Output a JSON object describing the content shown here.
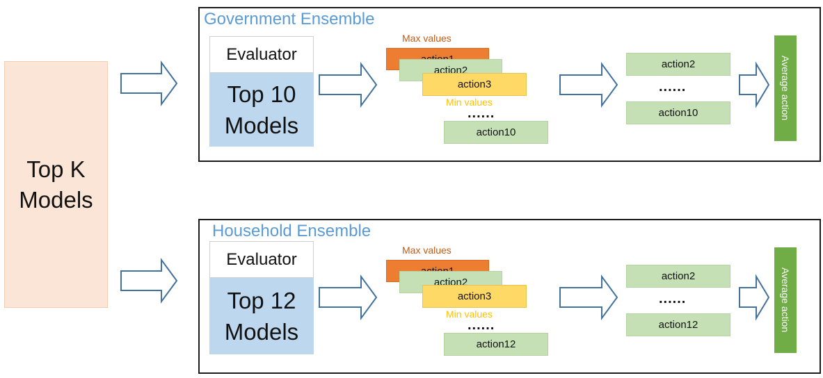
{
  "topk_label": "Top K\nModels",
  "ensembles": [
    {
      "title": "Government Ensemble",
      "evaluator": "Evaluator",
      "top_models": "Top 10\nModels",
      "max_values": "Max values",
      "min_values": "Min values",
      "stack": [
        "action1",
        "action2",
        "action3"
      ],
      "stack_dots": "......",
      "stack_last": "action10",
      "selected_first": "action2",
      "selected_dots": "......",
      "selected_last": "action10",
      "average": "Average action"
    },
    {
      "title": "Household Ensemble",
      "evaluator": "Evaluator",
      "top_models": "Top 12\nModels",
      "max_values": "Max values",
      "min_values": "Min values",
      "stack": [
        "action1",
        "action2",
        "action3"
      ],
      "stack_dots": "......",
      "stack_last": "action12",
      "selected_first": "action2",
      "selected_dots": "......",
      "selected_last": "action12",
      "average": "Average action"
    }
  ],
  "colors": {
    "topk_fill": "#fbe5d6",
    "title": "#5b9bd5",
    "top_models_fill": "#bdd7ee",
    "action_green": "#c5e0b4",
    "max_orange": "#ed7d31",
    "min_yellow": "#ffd966",
    "average_green": "#70ad47",
    "arrow_stroke": "#41719c"
  }
}
